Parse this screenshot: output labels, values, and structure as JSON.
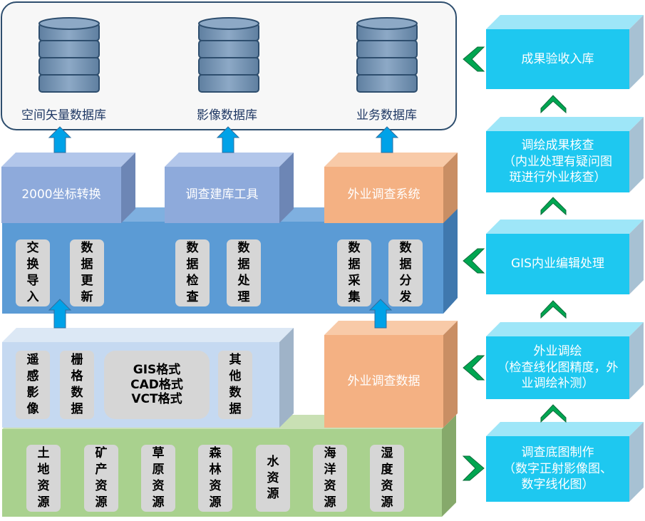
{
  "databases": [
    {
      "label": "空间矢量数据库"
    },
    {
      "label": "影像数据库"
    },
    {
      "label": "业务数据库"
    }
  ],
  "tools": [
    {
      "label": "2000坐标转换"
    },
    {
      "label": "调查建库工具"
    },
    {
      "label": "外业调查系统"
    }
  ],
  "platform_functions": [
    "交换导入",
    "数据更新",
    "数据检查",
    "数据处理",
    "数据采集",
    "数据分发"
  ],
  "data_formats": {
    "remote": "遥感影像",
    "raster": "栅格数据",
    "formats": [
      "GIS格式",
      "CAD格式",
      "VCT格式"
    ],
    "other": "其他数据"
  },
  "field_data": "外业调查数据",
  "resources": [
    "土地资源",
    "矿产资源",
    "草原资源",
    "森林资源",
    "水资源",
    "海洋资源",
    "湿度资源"
  ],
  "workflow": [
    {
      "title": "成果验收入库",
      "note": ""
    },
    {
      "title": "调绘成果核查",
      "note": "（内业处理有疑问图斑进行外业核查）"
    },
    {
      "title": "GIS内业编辑处理",
      "note": ""
    },
    {
      "title": "外业调绘",
      "note": "（检查线化图精度，外业调绘补测）"
    },
    {
      "title": "调查底图制作",
      "note": "（数字正射影像图、数字线化图）"
    }
  ],
  "colors": {
    "db_border": "#2e4e6e",
    "tool_blue": "#8eaadb",
    "tool_orange": "#f4b183",
    "platform": "#5b9bd5",
    "formats_layer": "#c5d9f1",
    "resources_layer": "#a9d18e",
    "workflow": "#1ec8f0",
    "arrow_blue": "#00a2e8",
    "chevron_green": "#00a651"
  }
}
